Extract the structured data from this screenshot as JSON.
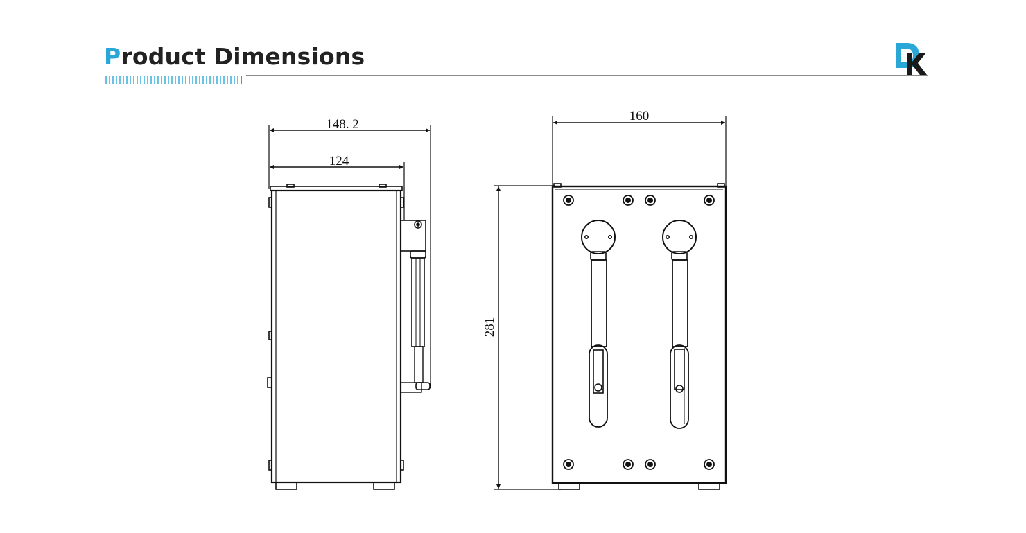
{
  "header": {
    "title_first_letter": "P",
    "title_rest": "roduct Dimensions",
    "accent_color": "#29a8d8"
  },
  "logo": {
    "letter_d": "D",
    "letter_k": "K"
  },
  "side_view": {
    "overall_width": "148. 2",
    "body_width": "124"
  },
  "front_view": {
    "width": "160",
    "height": "281"
  }
}
